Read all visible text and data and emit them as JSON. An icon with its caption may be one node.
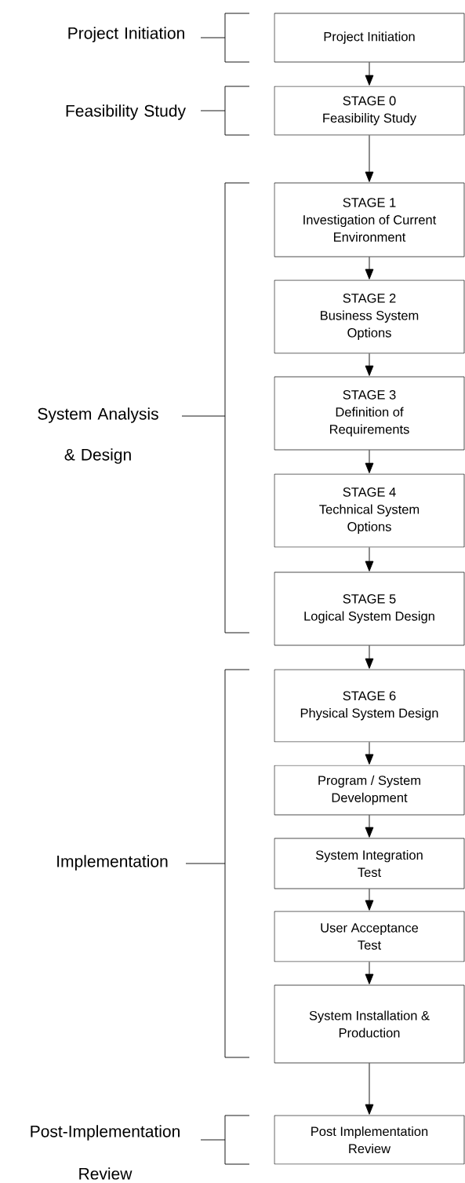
{
  "diagram": {
    "nodes": [
      {
        "text": [
          "Project Initiation"
        ]
      },
      {
        "text": [
          "STAGE 0",
          "Feasibility Study"
        ]
      },
      {
        "text": [
          "STAGE 1",
          "Investigation of Current Environment"
        ]
      },
      {
        "text": [
          "STAGE 2",
          "Business System Options"
        ]
      },
      {
        "text": [
          "STAGE 3",
          "Definition of Requirements"
        ]
      },
      {
        "text": [
          "STAGE 4",
          "Technical System Options"
        ]
      },
      {
        "text": [
          "STAGE 5",
          "Logical System Design"
        ]
      },
      {
        "text": [
          "STAGE 6",
          "Physical System Design"
        ]
      },
      {
        "text": [
          "Program / System Development"
        ]
      },
      {
        "text": [
          "System Integration Test"
        ]
      },
      {
        "text": [
          "User Acceptance Test"
        ]
      },
      {
        "text": [
          "System Installation & Production"
        ]
      },
      {
        "text": [
          "Post Implementation Review"
        ]
      }
    ],
    "edges": [
      {
        "from": 0,
        "to": 1,
        "arrow": "to"
      },
      {
        "from": 1,
        "to": 2,
        "arrow": "to"
      },
      {
        "from": 2,
        "to": 3,
        "arrow": "to"
      },
      {
        "from": 3,
        "to": 4,
        "arrow": "to"
      },
      {
        "from": 4,
        "to": 5,
        "arrow": "to"
      },
      {
        "from": 5,
        "to": 6,
        "arrow": "to"
      },
      {
        "from": 6,
        "to": 7,
        "arrow": "to"
      },
      {
        "from": 7,
        "to": 8,
        "arrow": "to"
      },
      {
        "from": 8,
        "to": 9,
        "arrow": "to"
      },
      {
        "from": 9,
        "to": 10,
        "arrow": "to"
      },
      {
        "from": 10,
        "to": 11,
        "arrow": "to"
      },
      {
        "from": 11,
        "to": 12,
        "arrow": "to"
      }
    ],
    "labels": [
      "Project Initiation",
      "Feasibility Study",
      "System Analysis & Design",
      "Implementation",
      "Post-Implementation Review"
    ]
  }
}
